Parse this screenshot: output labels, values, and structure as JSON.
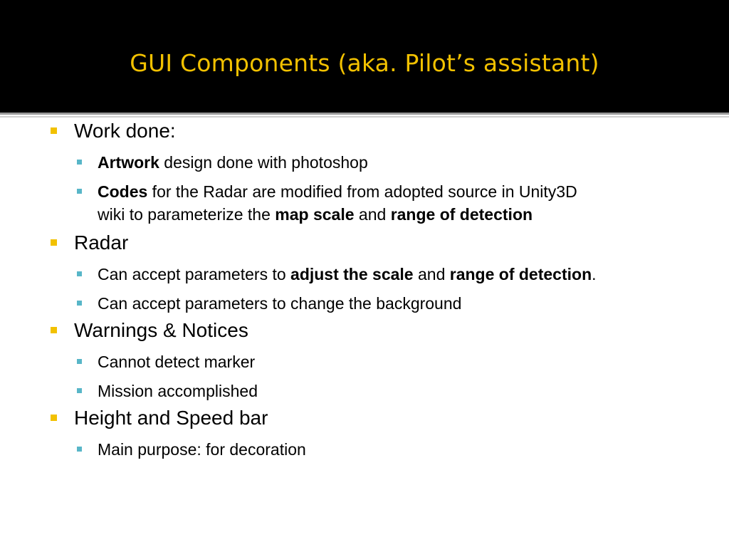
{
  "slide": {
    "title": "GUI Components (aka. Pilot’s assistant)"
  },
  "bullets": [
    {
      "text": "Work done:",
      "children": [
        {
          "bold": "Artwork",
          "text": " design done with photoshop"
        },
        {
          "bold": "Codes",
          "text": " for the Radar are modified from adopted source in Unity3D",
          "line2_pre": "wiki to parameterize the ",
          "line2_bold1": "map scale",
          "line2_mid": " and ",
          "line2_bold2": "range of detection"
        }
      ]
    },
    {
      "text": "Radar",
      "children": [
        {
          "pre": "Can accept parameters to ",
          "bold1": "adjust the scale",
          "mid": " and ",
          "bold2": "range of detection",
          "post": "."
        },
        {
          "text": "Can accept parameters to change the background"
        }
      ]
    },
    {
      "text": "Warnings & Notices",
      "children": [
        {
          "text": "Cannot detect marker"
        },
        {
          "text": "Mission accomplished"
        }
      ]
    },
    {
      "text": "Height and Speed bar",
      "children": [
        {
          "text": "Main purpose: for decoration"
        }
      ]
    }
  ],
  "colors": {
    "title_bar": "#000000",
    "title_text": "#f2c100",
    "level1_marker": "#f2c100",
    "level2_marker": "#58b6c8"
  }
}
